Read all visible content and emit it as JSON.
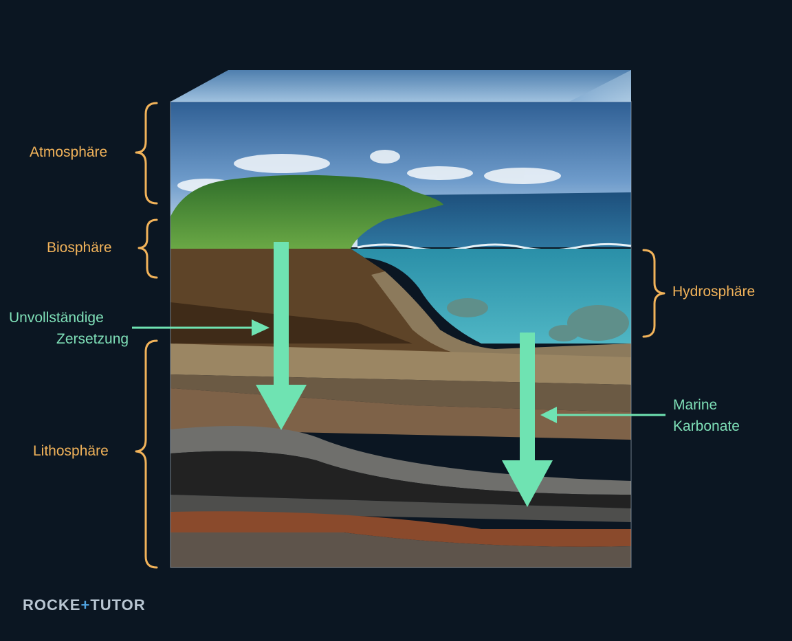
{
  "labels": {
    "atmosphere": "Atmosphäre",
    "biosphere": "Biosphäre",
    "hydrosphere": "Hydrosphäre",
    "lithosphere": "Lithosphäre",
    "incomplete_decomposition_line1": "Unvollständige",
    "incomplete_decomposition_line2": "Zersetzung",
    "marine_carbonates_line1": "Marine",
    "marine_carbonates_line2": "Karbonate"
  },
  "logo": {
    "part1": "ROCKE",
    "plus": "+",
    "part2": "TUTOR"
  },
  "colors": {
    "background": "#0b1622",
    "label_orange": "#f2b35a",
    "label_teal": "#7fe0b8",
    "arrow_green": "#6fe3b2",
    "logo_accent": "#4fa3e0"
  }
}
